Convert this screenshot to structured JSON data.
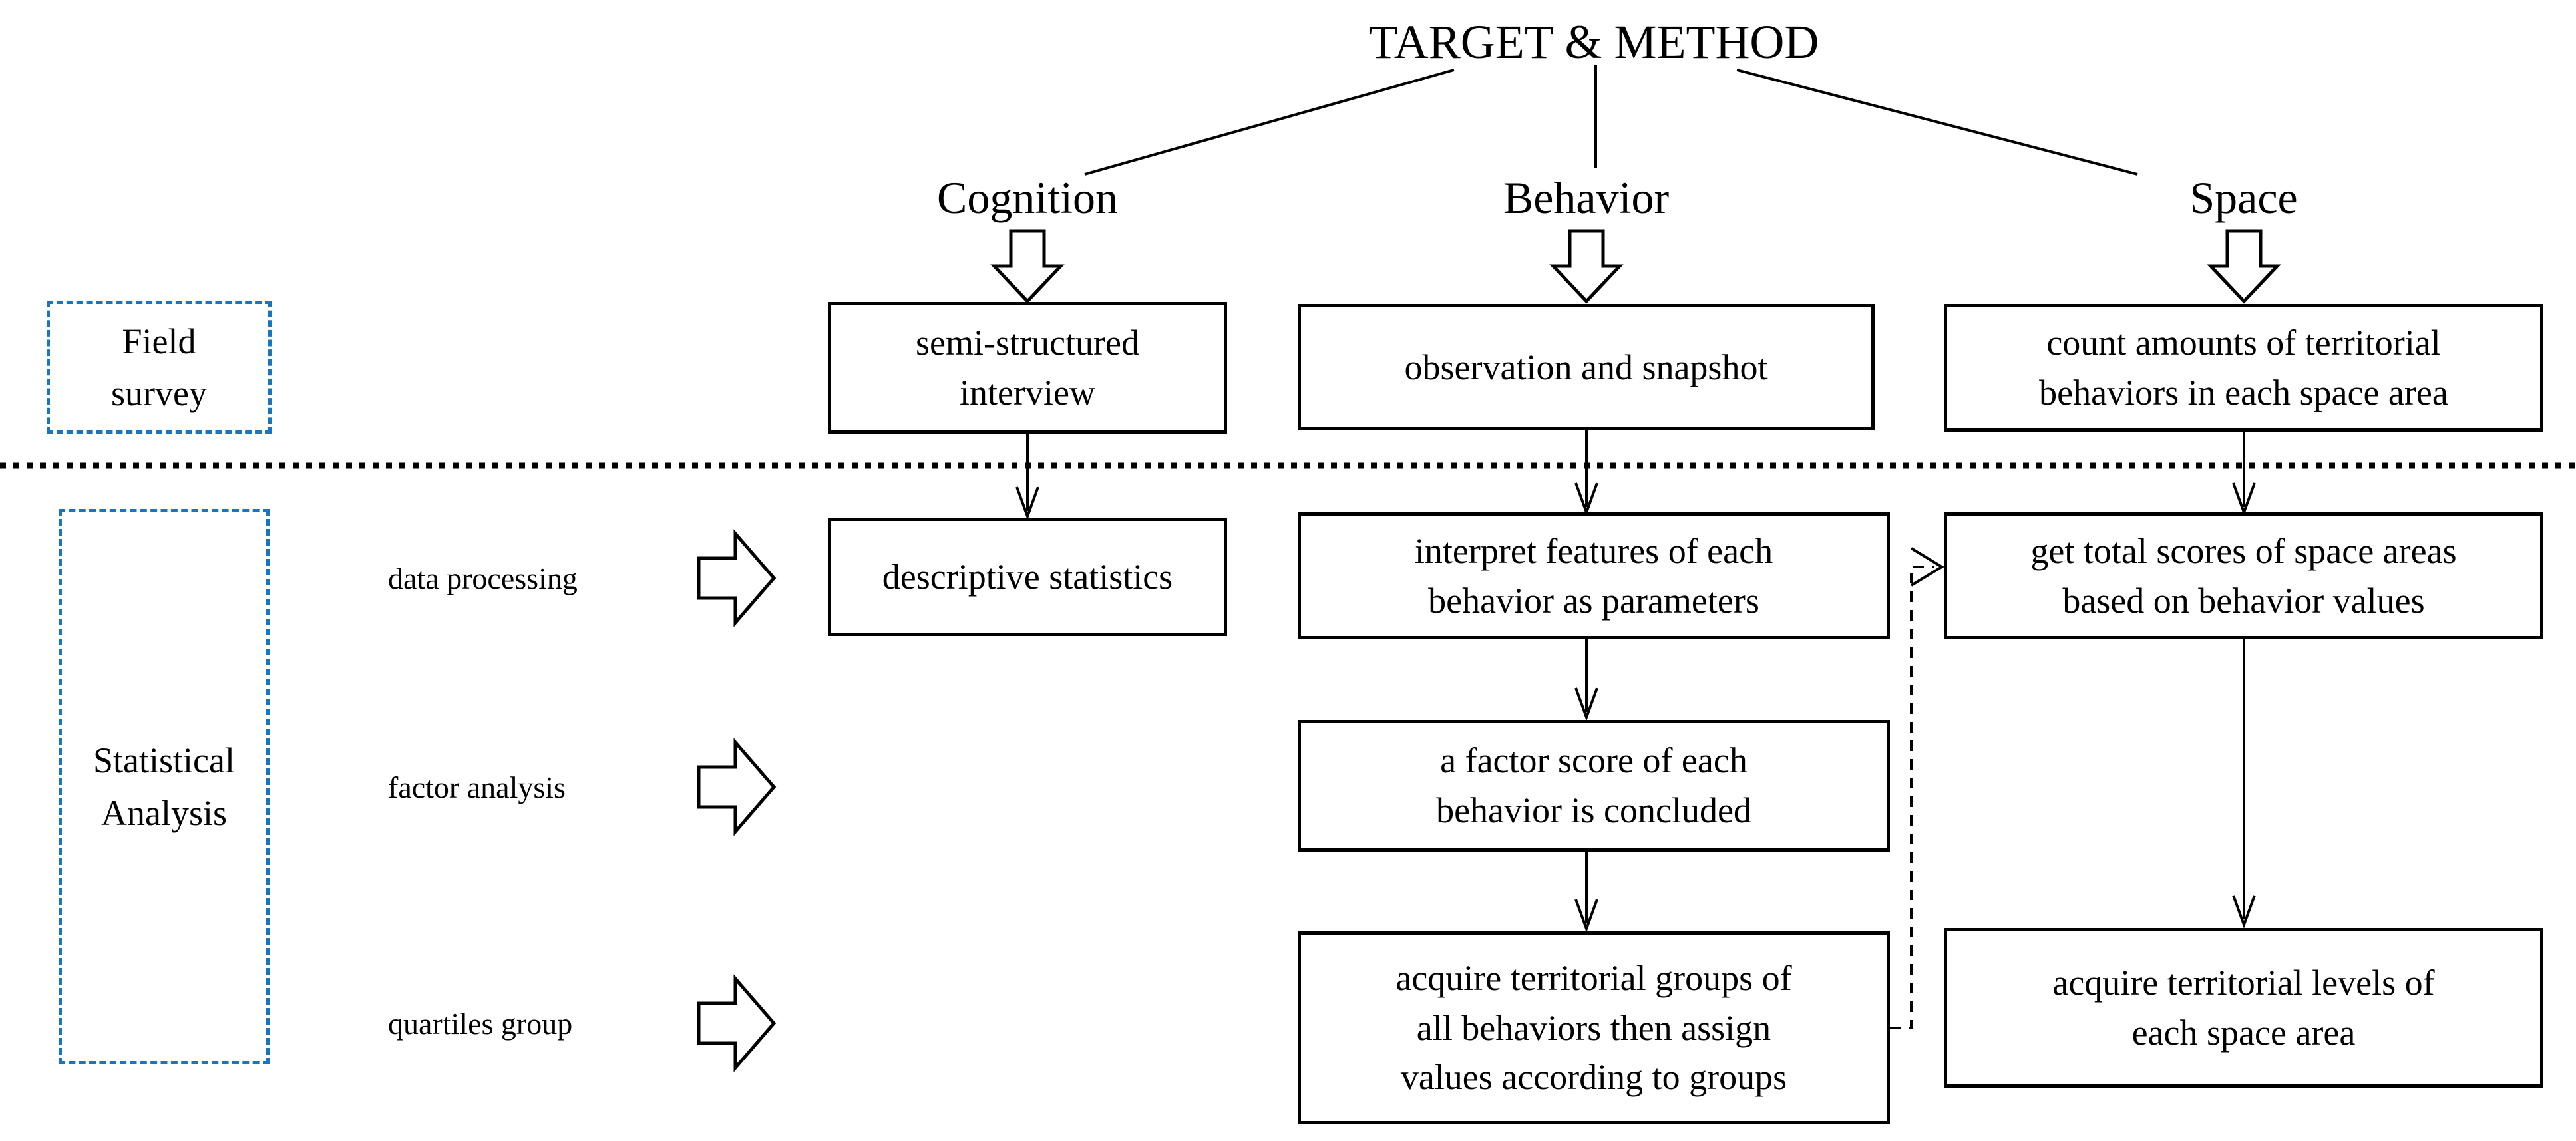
{
  "title": "TARGET & METHOD",
  "columns": {
    "cognition": "Cognition",
    "behavior": "Behavior",
    "space": "Space"
  },
  "side_labels": {
    "field_survey": "Field\nsurvey",
    "statistical_analysis": "Statistical\nAnalysis"
  },
  "row_labels": {
    "data_processing": "data processing",
    "factor_analysis": "factor analysis",
    "quartiles_group": "quartiles group"
  },
  "boxes": {
    "semi_structured_interview": "semi-structured\ninterview",
    "observation_snapshot": "observation and snapshot",
    "count_amounts": "count amounts of territorial\nbehaviors in each space area",
    "descriptive_statistics": "descriptive statistics",
    "interpret_features": "interpret features of each\nbehavior as parameters",
    "get_total_scores": "get total scores of space areas\nbased on behavior values",
    "factor_score": "a factor score of each\nbehavior is concluded",
    "territorial_groups": "acquire territorial groups of\nall behaviors then assign\nvalues according to groups",
    "territorial_levels": "acquire territorial levels of\neach space area"
  },
  "colors": {
    "accent_blue": "#1b75bc",
    "ink": "#000000"
  }
}
